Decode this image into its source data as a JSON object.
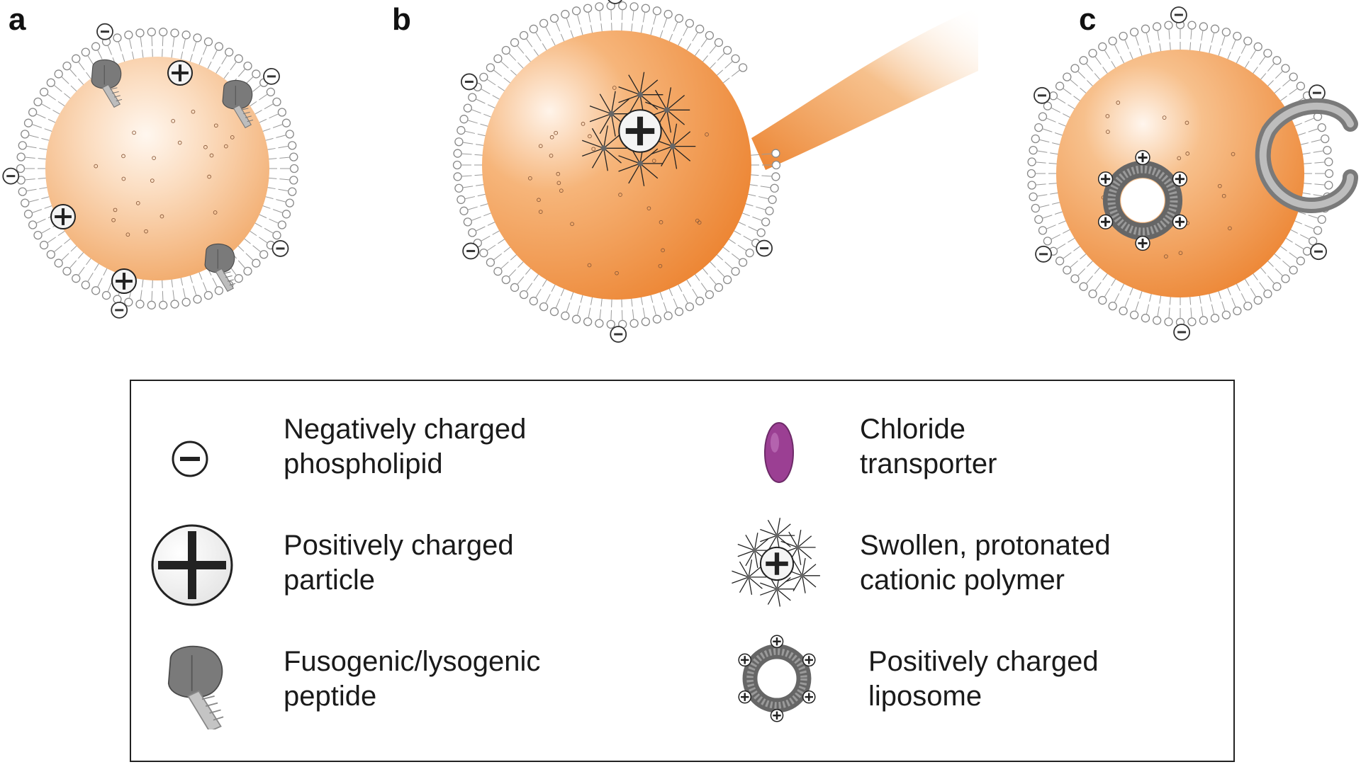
{
  "panels": [
    {
      "id": "a",
      "label": "a"
    },
    {
      "id": "b",
      "label": "b"
    },
    {
      "id": "c",
      "label": "c"
    }
  ],
  "legend": {
    "items": [
      {
        "icon": "negative-charge-icon",
        "line1": "Negatively charged",
        "line2": "phospholipid"
      },
      {
        "icon": "chloride-transporter-icon",
        "line1": "Chloride",
        "line2": "transporter"
      },
      {
        "icon": "positive-particle-icon",
        "line1": "Positively charged",
        "line2": "particle"
      },
      {
        "icon": "swollen-polymer-icon",
        "line1": "Swollen, protonated",
        "line2": "cationic polymer"
      },
      {
        "icon": "fusogenic-peptide-icon",
        "line1": "Fusogenic/lysogenic",
        "line2": "peptide"
      },
      {
        "icon": "positive-liposome-icon",
        "line1": "Positively charged",
        "line2": "liposome"
      }
    ]
  },
  "colors": {
    "cytoplasm_light": "#fbe3cc",
    "cytoplasm_dark": "#ef8d3a",
    "membrane_fill": "#ffffff",
    "membrane_stroke": "#8a8a8a",
    "peptide_gray": "#7a7a7a",
    "transporter_purple": "#9b3f93",
    "outline": "#222222"
  }
}
